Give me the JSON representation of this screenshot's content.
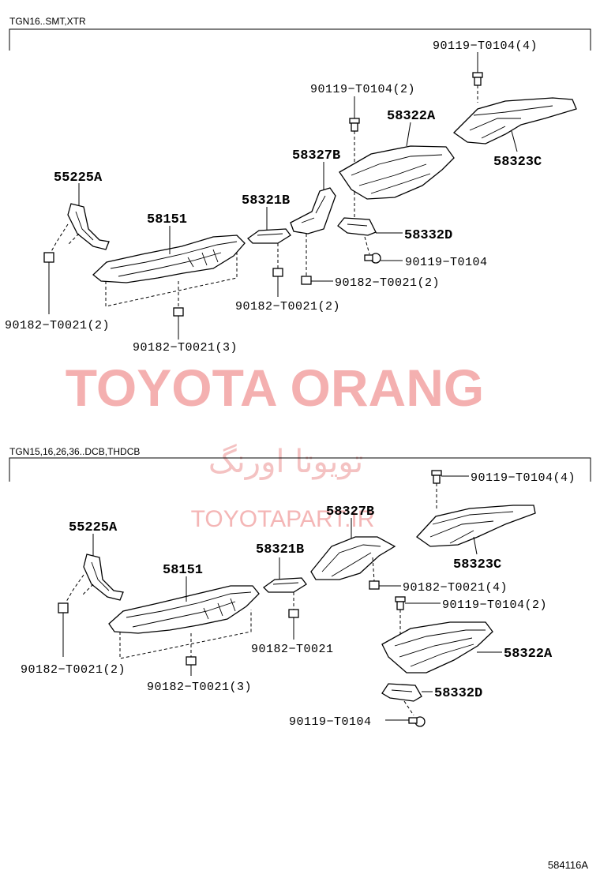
{
  "sections": [
    {
      "header": "TGN16..SMT,XTR",
      "labels": {
        "bolt_top_right": "90119−T0104(4)",
        "bolt_top_mid": "90119−T0104(2)",
        "p58322A": "58322A",
        "p58323C": "58323C",
        "p58327B": "58327B",
        "p55225A": "55225A",
        "p58321B": "58321B",
        "p58151": "58151",
        "p58332D": "58332D",
        "bolt_58332D": "90119−T0104",
        "clip_mid": "90182−T0021(2)",
        "clip_58321B": "90182−T0021(2)",
        "clip_left": "90182−T0021(2)",
        "clip_bottom": "90182−T0021(3)"
      }
    },
    {
      "header": "TGN15,16,26,36..DCB,THDCB",
      "labels": {
        "bolt_top_right": "90119−T0104(4)",
        "p58327B": "58327B",
        "p55225A": "55225A",
        "p58321B": "58321B",
        "p58323C": "58323C",
        "p58151": "58151",
        "clip_4": "90182−T0021(4)",
        "bolt_2": "90119−T0104(2)",
        "p58322A": "58322A",
        "clip_left": "90182−T0021(2)",
        "clip_58321B": "90182−T0021",
        "p58332D": "58332D",
        "clip_bottom": "90182−T0021(3)",
        "bolt_58332D": "90119−T0104"
      }
    }
  ],
  "watermark": {
    "brand": "TOYOTA ORANG",
    "farsi": "تویوتا اورنگ",
    "url": "TOYOTAPART.IR"
  },
  "reference": "584116A",
  "colors": {
    "watermark": "#f4b0b0",
    "line": "#000000"
  }
}
